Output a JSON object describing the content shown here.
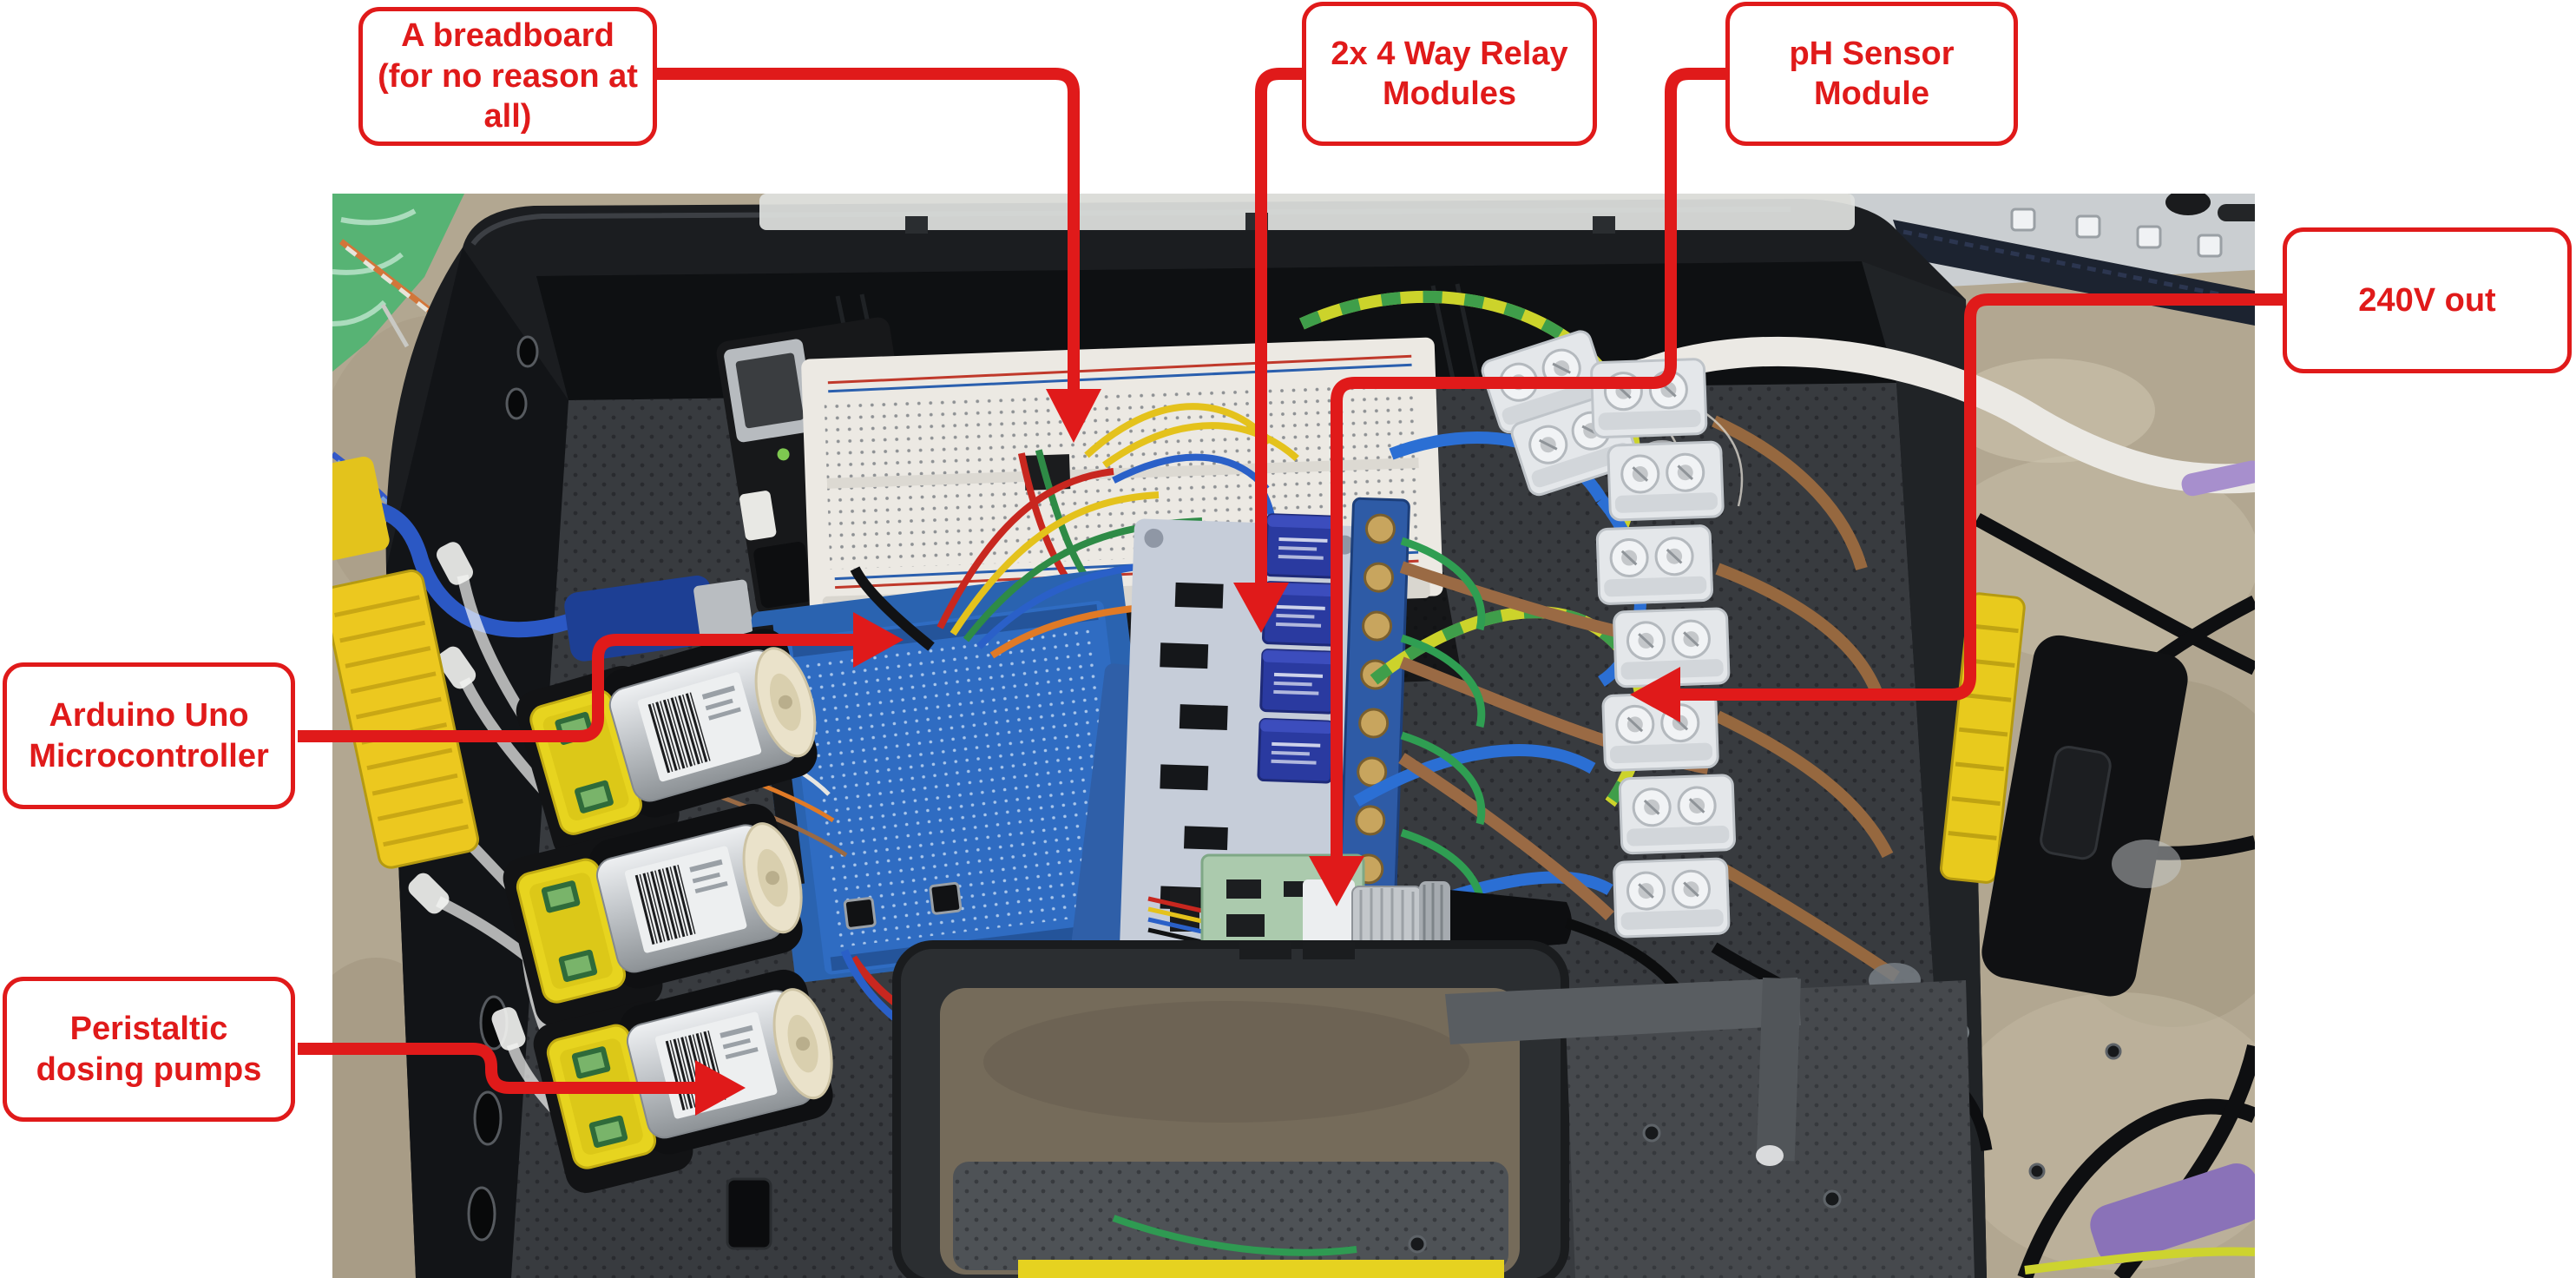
{
  "annotation_style": {
    "red": "#E01A1A",
    "label_bg": "#ffffff"
  },
  "annotations": [
    {
      "id": "breadboard",
      "label": "A breadboard (for no reason at all)"
    },
    {
      "id": "relay-modules",
      "label": "2x 4 Way Relay Modules"
    },
    {
      "id": "ph-sensor",
      "label": "pH Sensor Module"
    },
    {
      "id": "mains-out",
      "label": "240V out"
    },
    {
      "id": "arduino",
      "label": "Arduino Uno Microcontroller"
    },
    {
      "id": "pumps",
      "label": "Peristaltic dosing pumps"
    }
  ],
  "photo": {
    "components": [
      "black-toolbox",
      "breadboard",
      "mb102-power-module",
      "arduino-uno-with-proto-shield",
      "relay-module-1",
      "relay-module-2",
      "relay-screw-terminal-strip",
      "ph-sensor-module",
      "bnc-connector",
      "mains-terminal-blocks",
      "peristaltic-pump-1",
      "peristaltic-pump-2",
      "peristaltic-pump-3",
      "dosing-tubes",
      "mains-cable",
      "power-strip",
      "yellow-latch-left",
      "yellow-latch-right",
      "toolbox-handle-recess",
      "concrete-floor",
      "green-cloth"
    ]
  }
}
